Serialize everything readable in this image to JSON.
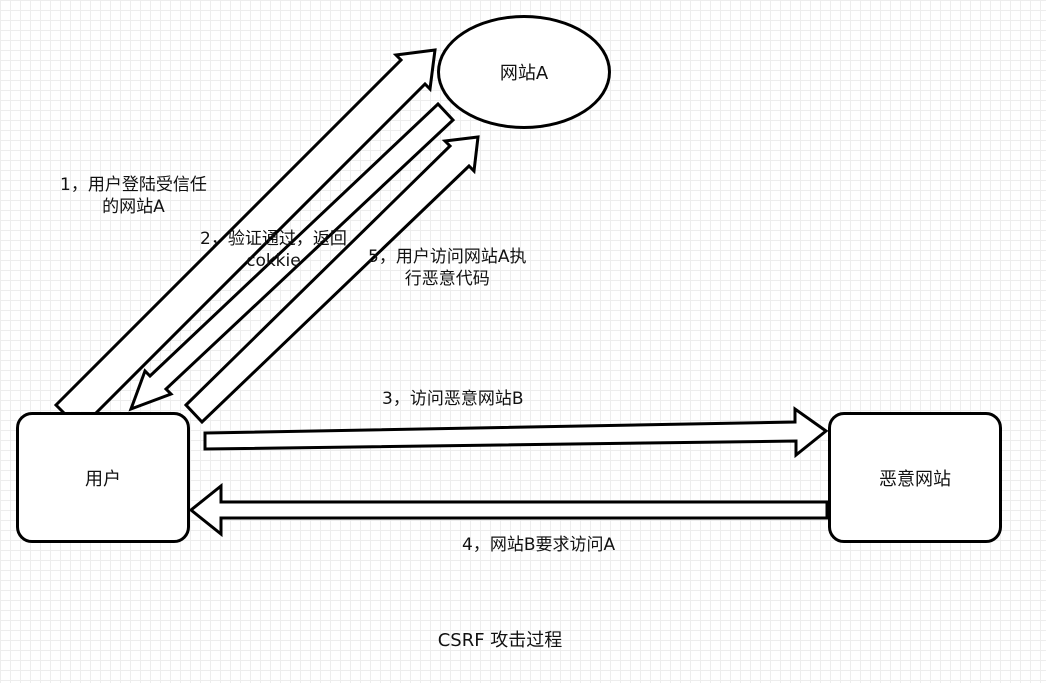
{
  "nodes": {
    "user": "用户",
    "malicious_site": "恶意网站",
    "site_a": "网站A"
  },
  "steps": {
    "step1": "1，用户登陆受信任\n的网站A",
    "step2": "2，验证通过，返回\ncokkie",
    "step3": "3，访问恶意网站B",
    "step4": "4，网站B要求访问A",
    "step5": "5，用户访问网站A执\n行恶意代码"
  },
  "caption": "CSRF 攻击过程"
}
